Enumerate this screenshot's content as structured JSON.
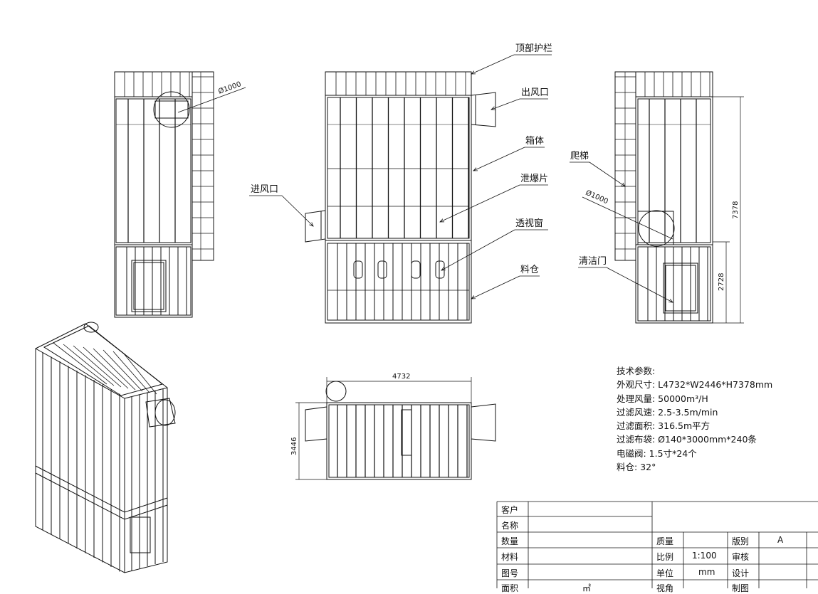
{
  "callouts": {
    "top_rail": "顶部护栏",
    "outlet": "出风口",
    "box": "箱体",
    "explosion_vent": "泄爆片",
    "sight_window": "透视窗",
    "hopper": "料仓",
    "inlet": "进风口",
    "ladder": "爬梯",
    "clean_door": "清洁门"
  },
  "dimensions": {
    "dia_left": "Ø1000",
    "dia_right": "Ø1000",
    "height_total": "7378",
    "height_hopper": "2728",
    "length": "4732",
    "width": "3446"
  },
  "tech_params": {
    "title": "技术参数:",
    "items": [
      "外观尺寸: L4732*W2446*H7378mm",
      "处理风量: 50000m³/H",
      "过滤风速: 2.5-3.5m/min",
      "过滤面积: 316.5m平方",
      "过滤布袋: Ø140*3000mm*240条",
      "电磁阀: 1.5寸*24个",
      "料仓: 32°"
    ]
  },
  "title_block": {
    "customer_label": "客户",
    "name_label": "名称",
    "quantity_label": "数量",
    "material_label": "材料",
    "drawing_no_label": "图号",
    "area_label": "面积",
    "area_value": "㎡",
    "mass_label": "质量",
    "scale_label": "比例",
    "scale_value": "1:100",
    "unit_label": "单位",
    "unit_value": "mm",
    "view_label": "视角",
    "version_label": "版别",
    "version_value": "A",
    "review_label": "审核",
    "design_label": "设计",
    "draw_label": "制图"
  }
}
